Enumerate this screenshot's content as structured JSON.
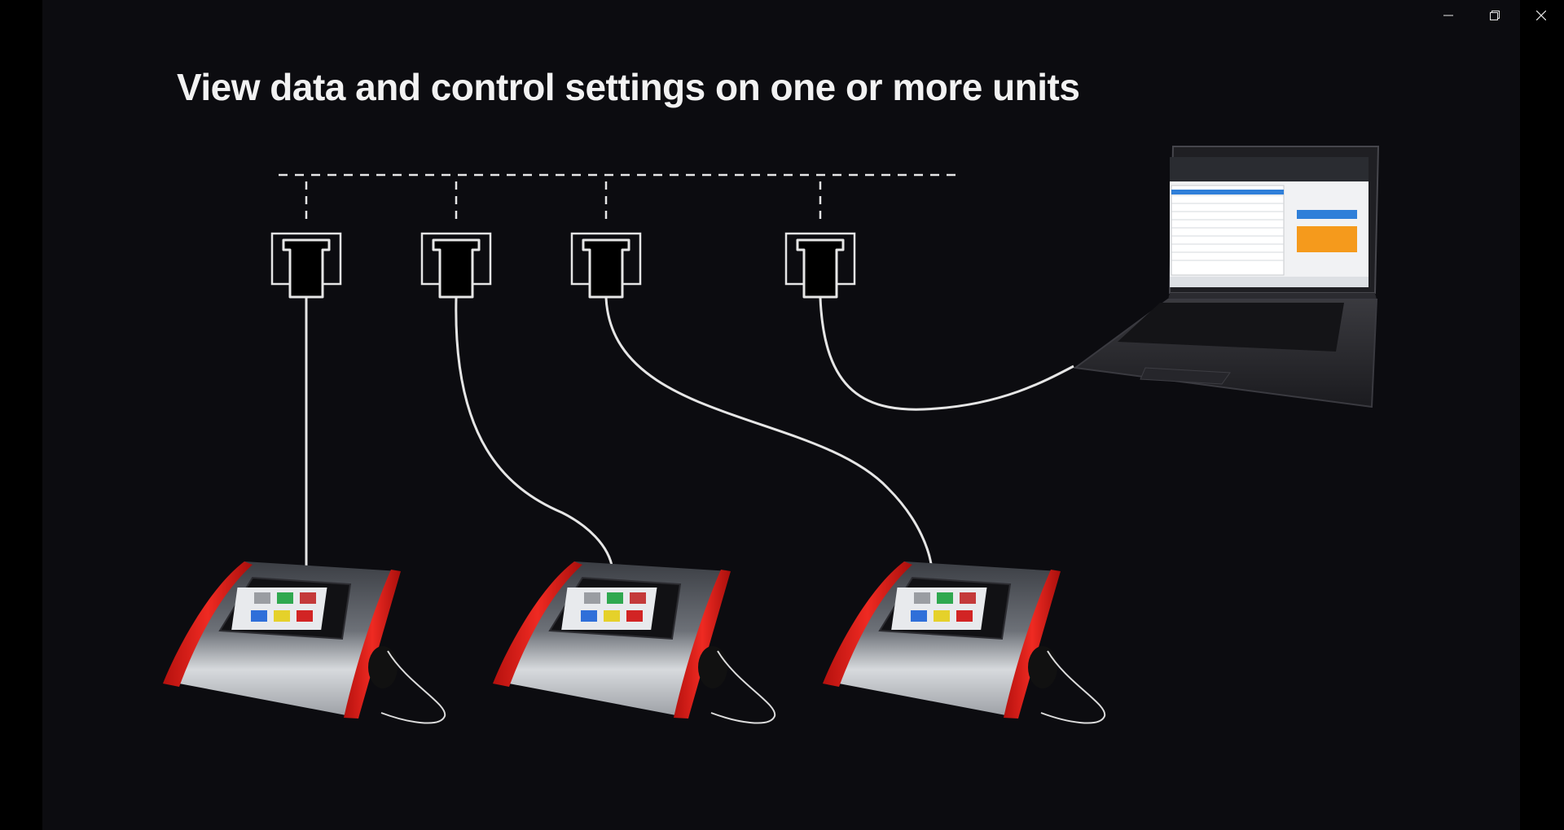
{
  "window": {
    "controls": {
      "minimize_icon": "minimize-icon",
      "restore_icon": "restore-icon",
      "close_icon": "close-icon"
    }
  },
  "slide": {
    "title": "View data and control settings on one or more units",
    "colors": {
      "background": "#0c0c10",
      "line": "#e6e6e6",
      "device_red": "#e0201b",
      "device_silver": "#c9ccd0",
      "laptop_body": "#2a2a2e",
      "chart_blue": "#2f7fd9",
      "chart_orange": "#f59a1c"
    },
    "connectors": 4,
    "devices": 3
  }
}
